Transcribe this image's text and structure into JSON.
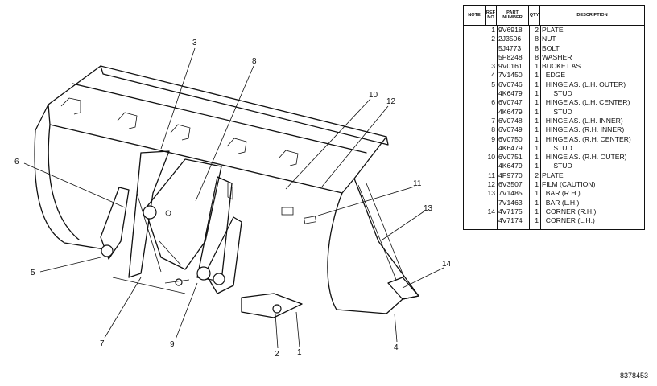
{
  "table": {
    "headers": {
      "note": "NOTE",
      "ref": "REF NO",
      "part": "PART NUMBER",
      "qty": "QTY",
      "desc": "DESCRIPTION"
    },
    "rows": [
      {
        "ref": "1",
        "part": "9V6918",
        "qty": "2",
        "desc": "PLATE"
      },
      {
        "ref": "2",
        "part": "2J3506",
        "qty": "8",
        "desc": "NUT"
      },
      {
        "ref": "",
        "part": "5J4773",
        "qty": "8",
        "desc": "BOLT"
      },
      {
        "ref": "",
        "part": "5P8248",
        "qty": "8",
        "desc": "WASHER"
      },
      {
        "ref": "3",
        "part": "9V0161",
        "qty": "1",
        "desc": "BUCKET AS."
      },
      {
        "ref": "4",
        "part": "7V1450",
        "qty": "1",
        "desc": "  EDGE"
      },
      {
        "ref": "5",
        "part": "6V0746",
        "qty": "1",
        "desc": "  HINGE AS. (L.H. OUTER)"
      },
      {
        "ref": "",
        "part": "4K6479",
        "qty": "1",
        "desc": "      STUD"
      },
      {
        "ref": "6",
        "part": "6V0747",
        "qty": "1",
        "desc": "  HINGE AS. (L.H. CENTER)"
      },
      {
        "ref": "",
        "part": "4K6479",
        "qty": "1",
        "desc": "      STUD"
      },
      {
        "ref": "7",
        "part": "6V0748",
        "qty": "1",
        "desc": "  HINGE AS. (L.H. INNER)"
      },
      {
        "ref": "8",
        "part": "6V0749",
        "qty": "1",
        "desc": "  HINGE AS. (R.H. INNER)"
      },
      {
        "ref": "9",
        "part": "6V0750",
        "qty": "1",
        "desc": "  HINGE AS. (R.H. CENTER)"
      },
      {
        "ref": "",
        "part": "4K6479",
        "qty": "1",
        "desc": "      STUD"
      },
      {
        "ref": "10",
        "part": "6V0751",
        "qty": "1",
        "desc": "  HINGE AS. (R.H. OUTER)"
      },
      {
        "ref": "",
        "part": "4K6479",
        "qty": "1",
        "desc": "      STUD"
      },
      {
        "ref": "11",
        "part": "4P9770",
        "qty": "2",
        "desc": "PLATE"
      },
      {
        "ref": "12",
        "part": "6V3507",
        "qty": "1",
        "desc": "FILM (CAUTION)"
      },
      {
        "ref": "13",
        "part": "7V1485",
        "qty": "1",
        "desc": "  BAR (R.H.)"
      },
      {
        "ref": "",
        "part": "7V1463",
        "qty": "1",
        "desc": "  BAR (L.H.)"
      },
      {
        "ref": "14",
        "part": "4V7175",
        "qty": "1",
        "desc": "  CORNER (R.H.)"
      },
      {
        "ref": "",
        "part": "4V7174",
        "qty": "1",
        "desc": "  CORNER (L.H.)"
      }
    ]
  },
  "callouts": [
    "1",
    "2",
    "3",
    "4",
    "5",
    "6",
    "7",
    "8",
    "9",
    "10",
    "11",
    "12",
    "13",
    "14"
  ],
  "figure_number": "8378453"
}
